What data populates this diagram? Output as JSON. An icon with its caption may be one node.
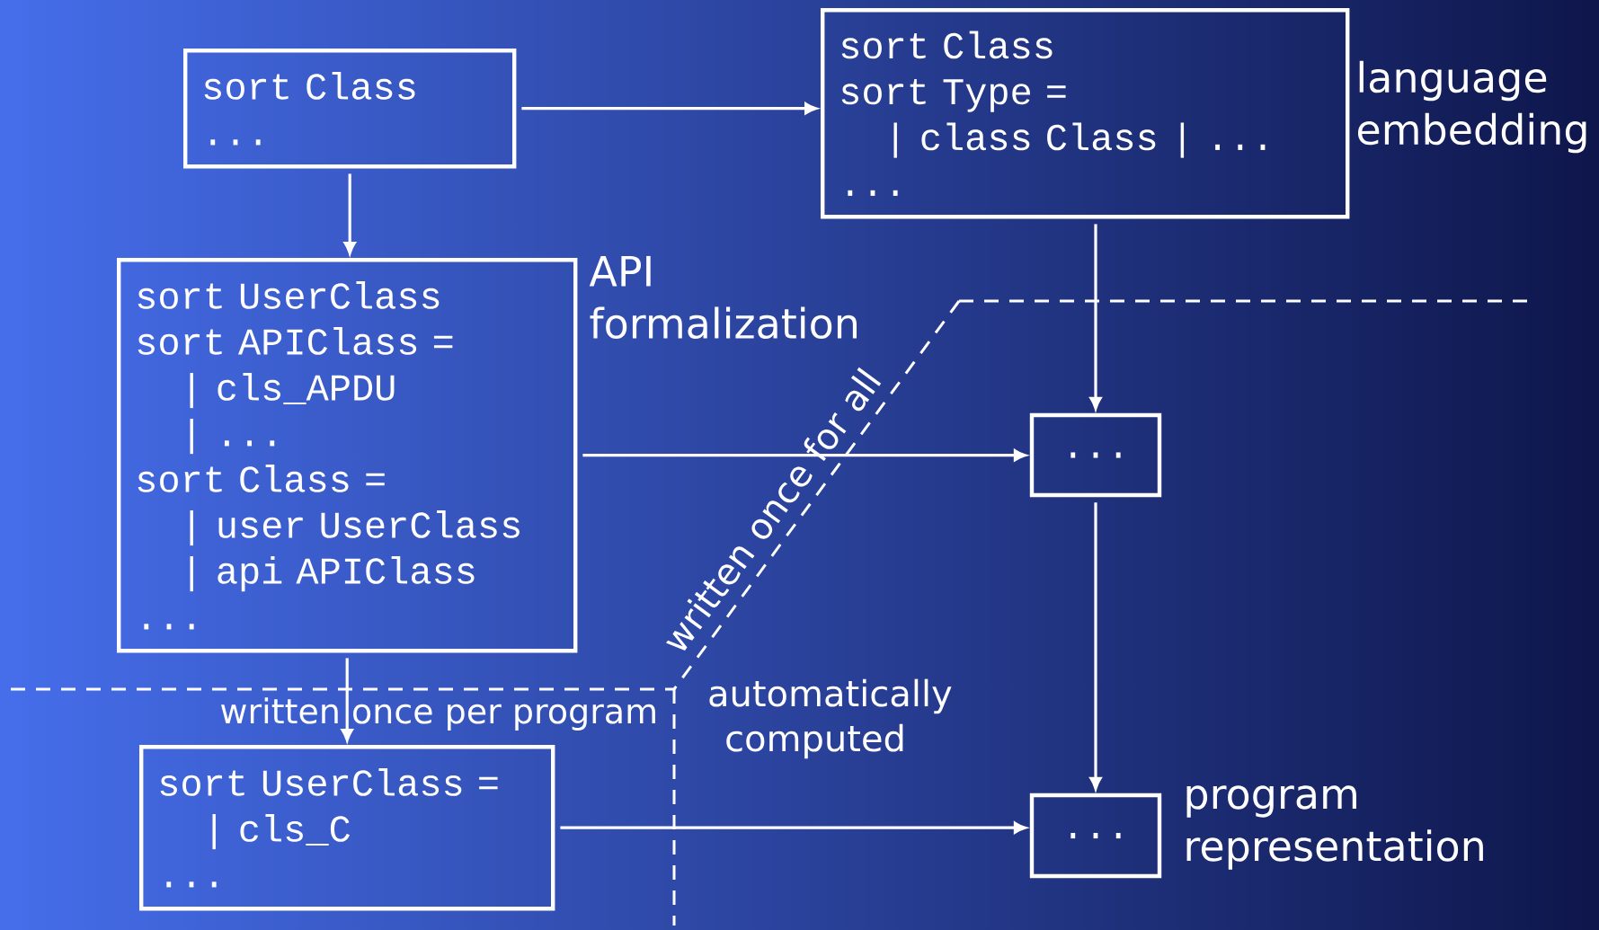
{
  "diagram": {
    "nodes": [
      {
        "text": [
          "sort Class",
          "..."
        ]
      },
      {
        "text": [
          "sort Class",
          "sort Type =",
          "| class Class | ...",
          "..."
        ],
        "beside": [
          "language embedding"
        ]
      },
      {
        "text": [
          "sort UserClass",
          "sort APIClass =",
          "| cls_APDU",
          "| ...",
          "sort Class =",
          "| user UserClass",
          "| api  APIClass",
          "..."
        ],
        "beside": [
          "API formalization"
        ]
      },
      {
        "text": [
          "..."
        ]
      },
      {
        "text": [
          "sort UserClass =",
          "| cls_C",
          "..."
        ]
      },
      {
        "text": [
          "..."
        ],
        "beside": [
          "program representation"
        ]
      }
    ],
    "edges": [
      {
        "from": 0,
        "to": 1,
        "arrow": "to"
      },
      {
        "from": 0,
        "to": 2,
        "arrow": "to"
      },
      {
        "from": 1,
        "to": 3,
        "arrow": "to"
      },
      {
        "from": 2,
        "to": 3,
        "arrow": "to"
      },
      {
        "from": 2,
        "to": 4,
        "arrow": "to"
      },
      {
        "from": 3,
        "to": 5,
        "arrow": "to"
      },
      {
        "from": 4,
        "to": 5,
        "arrow": "to"
      }
    ],
    "labels": [
      "written once for all",
      "automatically computed",
      "written once per program"
    ]
  }
}
